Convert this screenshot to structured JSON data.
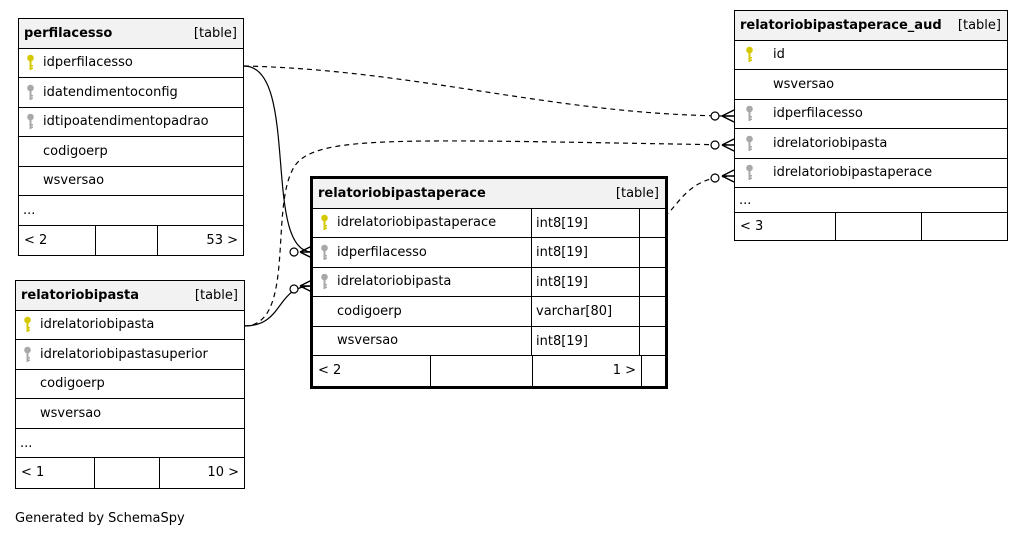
{
  "tables": {
    "perfilacesso": {
      "name": "perfilacesso",
      "tag": "[table]",
      "columns": [
        {
          "name": "idperfilacesso",
          "key": "primary"
        },
        {
          "name": "idatendimentoconfig",
          "key": "foreign"
        },
        {
          "name": "idtipoatendimentopadrao",
          "key": "foreign"
        },
        {
          "name": "codigoerp",
          "key": "none"
        },
        {
          "name": "wsversao",
          "key": "none"
        }
      ],
      "more": "...",
      "footer": {
        "left": "< 2",
        "mid": "",
        "right": "53 >"
      }
    },
    "relatoriobipasta": {
      "name": "relatoriobipasta",
      "tag": "[table]",
      "columns": [
        {
          "name": "idrelatoriobipasta",
          "key": "primary"
        },
        {
          "name": "idrelatoriobipastasuperior",
          "key": "foreign"
        },
        {
          "name": "codigoerp",
          "key": "none"
        },
        {
          "name": "wsversao",
          "key": "none"
        }
      ],
      "more": "...",
      "footer": {
        "left": "< 1",
        "mid": "",
        "right": "10 >"
      }
    },
    "relatoriobipastaperace": {
      "name": "relatoriobipastaperace",
      "tag": "[table]",
      "columns": [
        {
          "name": "idrelatoriobipastaperace",
          "key": "primary",
          "type": "int8[19]"
        },
        {
          "name": "idperfilacesso",
          "key": "foreign",
          "type": "int8[19]"
        },
        {
          "name": "idrelatoriobipasta",
          "key": "foreign",
          "type": "int8[19]"
        },
        {
          "name": "codigoerp",
          "key": "none",
          "type": "varchar[80]"
        },
        {
          "name": "wsversao",
          "key": "none",
          "type": "int8[19]"
        }
      ],
      "footer": {
        "left": "< 2",
        "mid": "",
        "right": "1 >"
      }
    },
    "relatoriobipastaperace_aud": {
      "name": "relatoriobipastaperace_aud",
      "tag": "[table]",
      "columns": [
        {
          "name": "id",
          "key": "primary"
        },
        {
          "name": "wsversao",
          "key": "none"
        },
        {
          "name": "idperfilacesso",
          "key": "foreign"
        },
        {
          "name": "idrelatoriobipasta",
          "key": "foreign"
        },
        {
          "name": "idrelatoriobipastaperace",
          "key": "foreign"
        }
      ],
      "more": "...",
      "footer": {
        "left": "< 3",
        "mid": "",
        "right": ""
      }
    }
  },
  "credit": "Generated by SchemaSpy",
  "colors": {
    "primary_key": "#d4c800",
    "foreign_key": "#a8a8a8",
    "header_bg": "#f2f2f2"
  }
}
